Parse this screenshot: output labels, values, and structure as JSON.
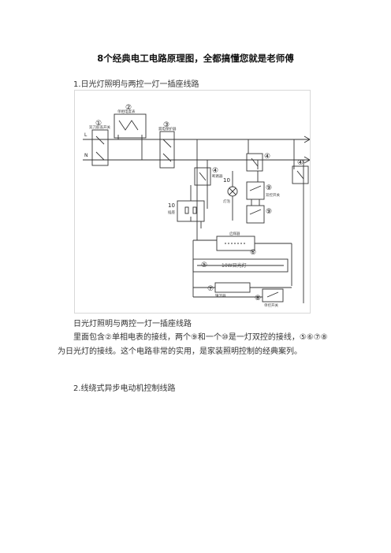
{
  "document": {
    "title": "8个经典电工电路原理图，全都搞懂您就是老师傅",
    "section1_heading": "1.日光灯照明与两控一灯一插座线路",
    "figure_caption": "日光灯照明与两控一灯一插座线路",
    "paragraph": "里面包含②单相电表的接线，两个⑨和一个⑩是一灯双控的接线，⑤⑥⑦⑧为日光灯的接线。这个电路非常的实用，是家装照明控制的经典案列。",
    "section2_heading": "2.线绕式异步电动机控制线路"
  },
  "diagram": {
    "labels": {
      "n1": "①",
      "n2": "②",
      "n3": "③",
      "n4a": "④",
      "n4b": "④",
      "n4c": "④",
      "n5": "⑤",
      "n6": "⑥",
      "n7": "⑦",
      "n8": "⑧",
      "n9a": "⑨",
      "n9b": "⑨",
      "n10a": "10",
      "n10b": "10",
      "t1": "双刀胶盖开关",
      "t2": "单相电度表",
      "t3": "漏电保护器",
      "t4": "断路器",
      "t5": "10W日光灯",
      "t6": "启辉器",
      "t7": "镇流器",
      "t8": "单控开关",
      "t9": "双控开关",
      "t10a": "灯泡",
      "t10b": "插座",
      "L": "L",
      "N": "N"
    }
  }
}
